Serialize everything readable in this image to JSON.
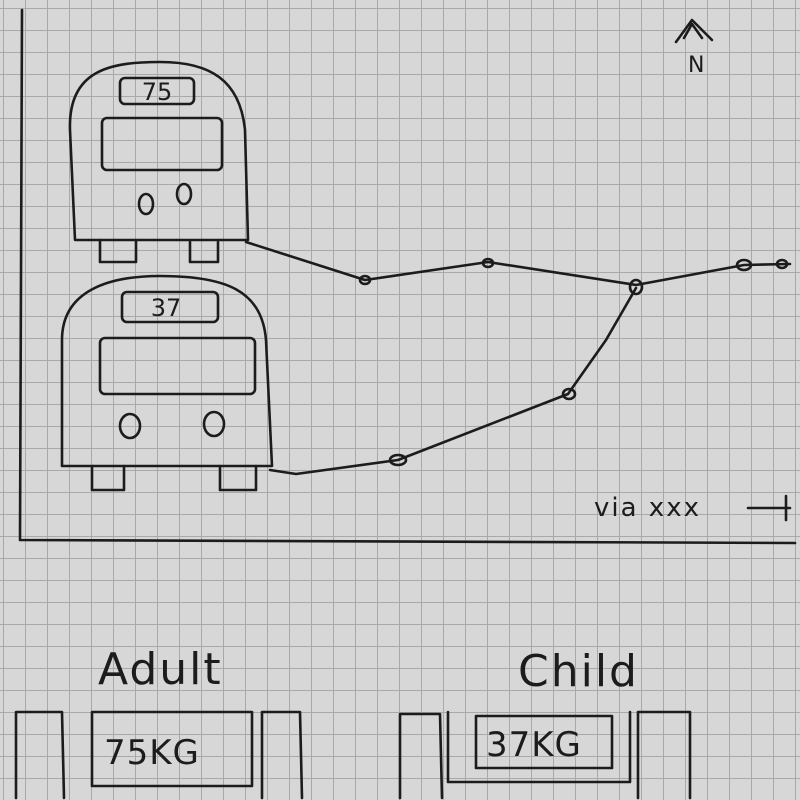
{
  "map": {
    "north_label": "N",
    "via_label": "via xxx",
    "buses": [
      {
        "number": "75"
      },
      {
        "number": "37"
      }
    ]
  },
  "tickets": [
    {
      "label": "Adult",
      "weight": "75KG"
    },
    {
      "label": "Child",
      "weight": "37KG"
    }
  ]
}
